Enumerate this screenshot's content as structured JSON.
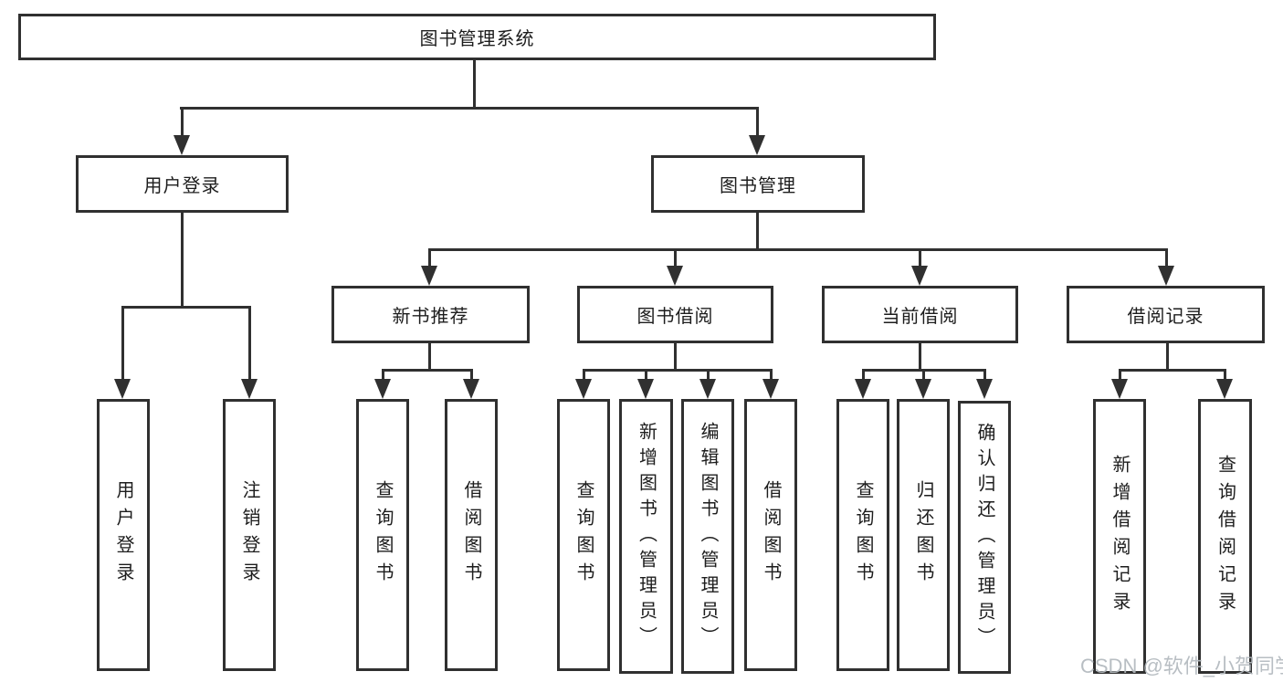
{
  "diagram": {
    "type": "hierarchy-tree",
    "title": "图书管理系统",
    "watermark": "CSDN @软件_小贺同学",
    "colors": {
      "line": "#303030",
      "box_border": "#303030",
      "box_background": "#ffffff",
      "text": "#1d1d1d",
      "watermark": "#b3b9be",
      "canvas": "#ffffff"
    },
    "hierarchy": {
      "图书管理系统": {
        "用户登录": [
          "用户登录",
          "注销登录"
        ],
        "图书管理": {
          "新书推荐": [
            "查询图书",
            "借阅图书"
          ],
          "图书借阅": [
            "查询图书",
            "新增图书（管理员）",
            "编辑图书（管理员）",
            "借阅图书"
          ],
          "当前借阅": [
            "查询图书",
            "归还图书",
            "确认归还（管理员）"
          ],
          "借阅记录": [
            "新增借阅记录",
            "查询借阅记录"
          ]
        }
      }
    }
  },
  "nodes": {
    "root": "图书管理系统",
    "l1": [
      "用户登录",
      "图书管理"
    ],
    "l2": [
      "新书推荐",
      "图书借阅",
      "当前借阅",
      "借阅记录"
    ],
    "leaves": [
      "用户登录",
      "注销登录",
      "查询图书",
      "借阅图书",
      "查询图书",
      "新增图书（管理员）",
      "编辑图书（管理员）",
      "借阅图书",
      "查询图书",
      "归还图书",
      "确认归还（管理员）",
      "新增借阅记录",
      "查询借阅记录"
    ]
  }
}
